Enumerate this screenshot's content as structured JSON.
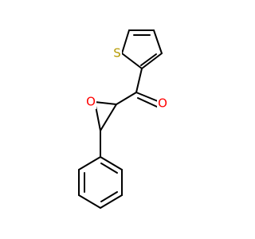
{
  "molecule": {
    "atoms": {
      "sulfur": {
        "symbol": "S",
        "color": "#b59a00"
      },
      "epoxide_oxygen": {
        "symbol": "O",
        "color": "#ff0000"
      },
      "carbonyl_oxygen": {
        "symbol": "O",
        "color": "#ff0000"
      }
    }
  }
}
